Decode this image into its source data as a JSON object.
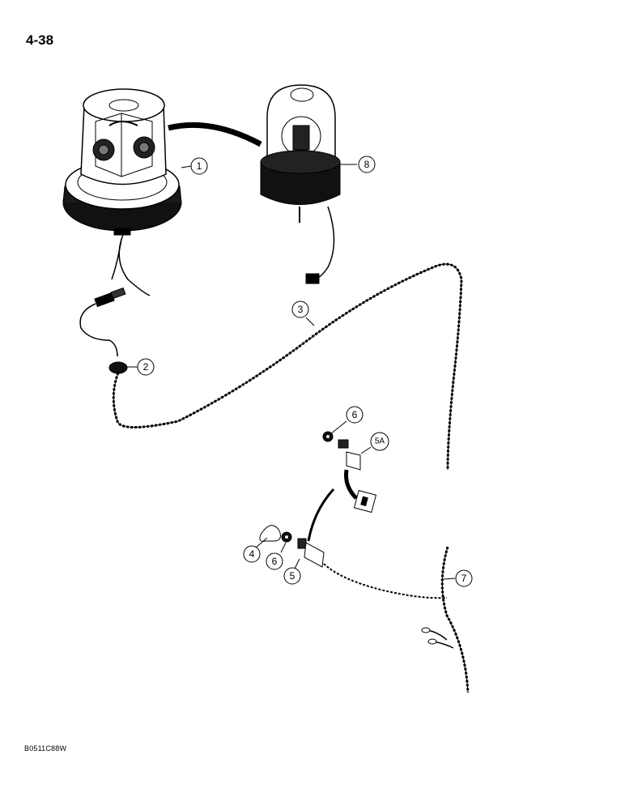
{
  "page": {
    "number": "4-38",
    "figure_code": "B0511C88W"
  },
  "callouts": {
    "c1": "1",
    "c2": "2",
    "c3": "3",
    "c4": "4",
    "c5": "5",
    "c5a": "5A",
    "c6a": "6",
    "c6b": "6",
    "c7": "7",
    "c8": "8"
  }
}
